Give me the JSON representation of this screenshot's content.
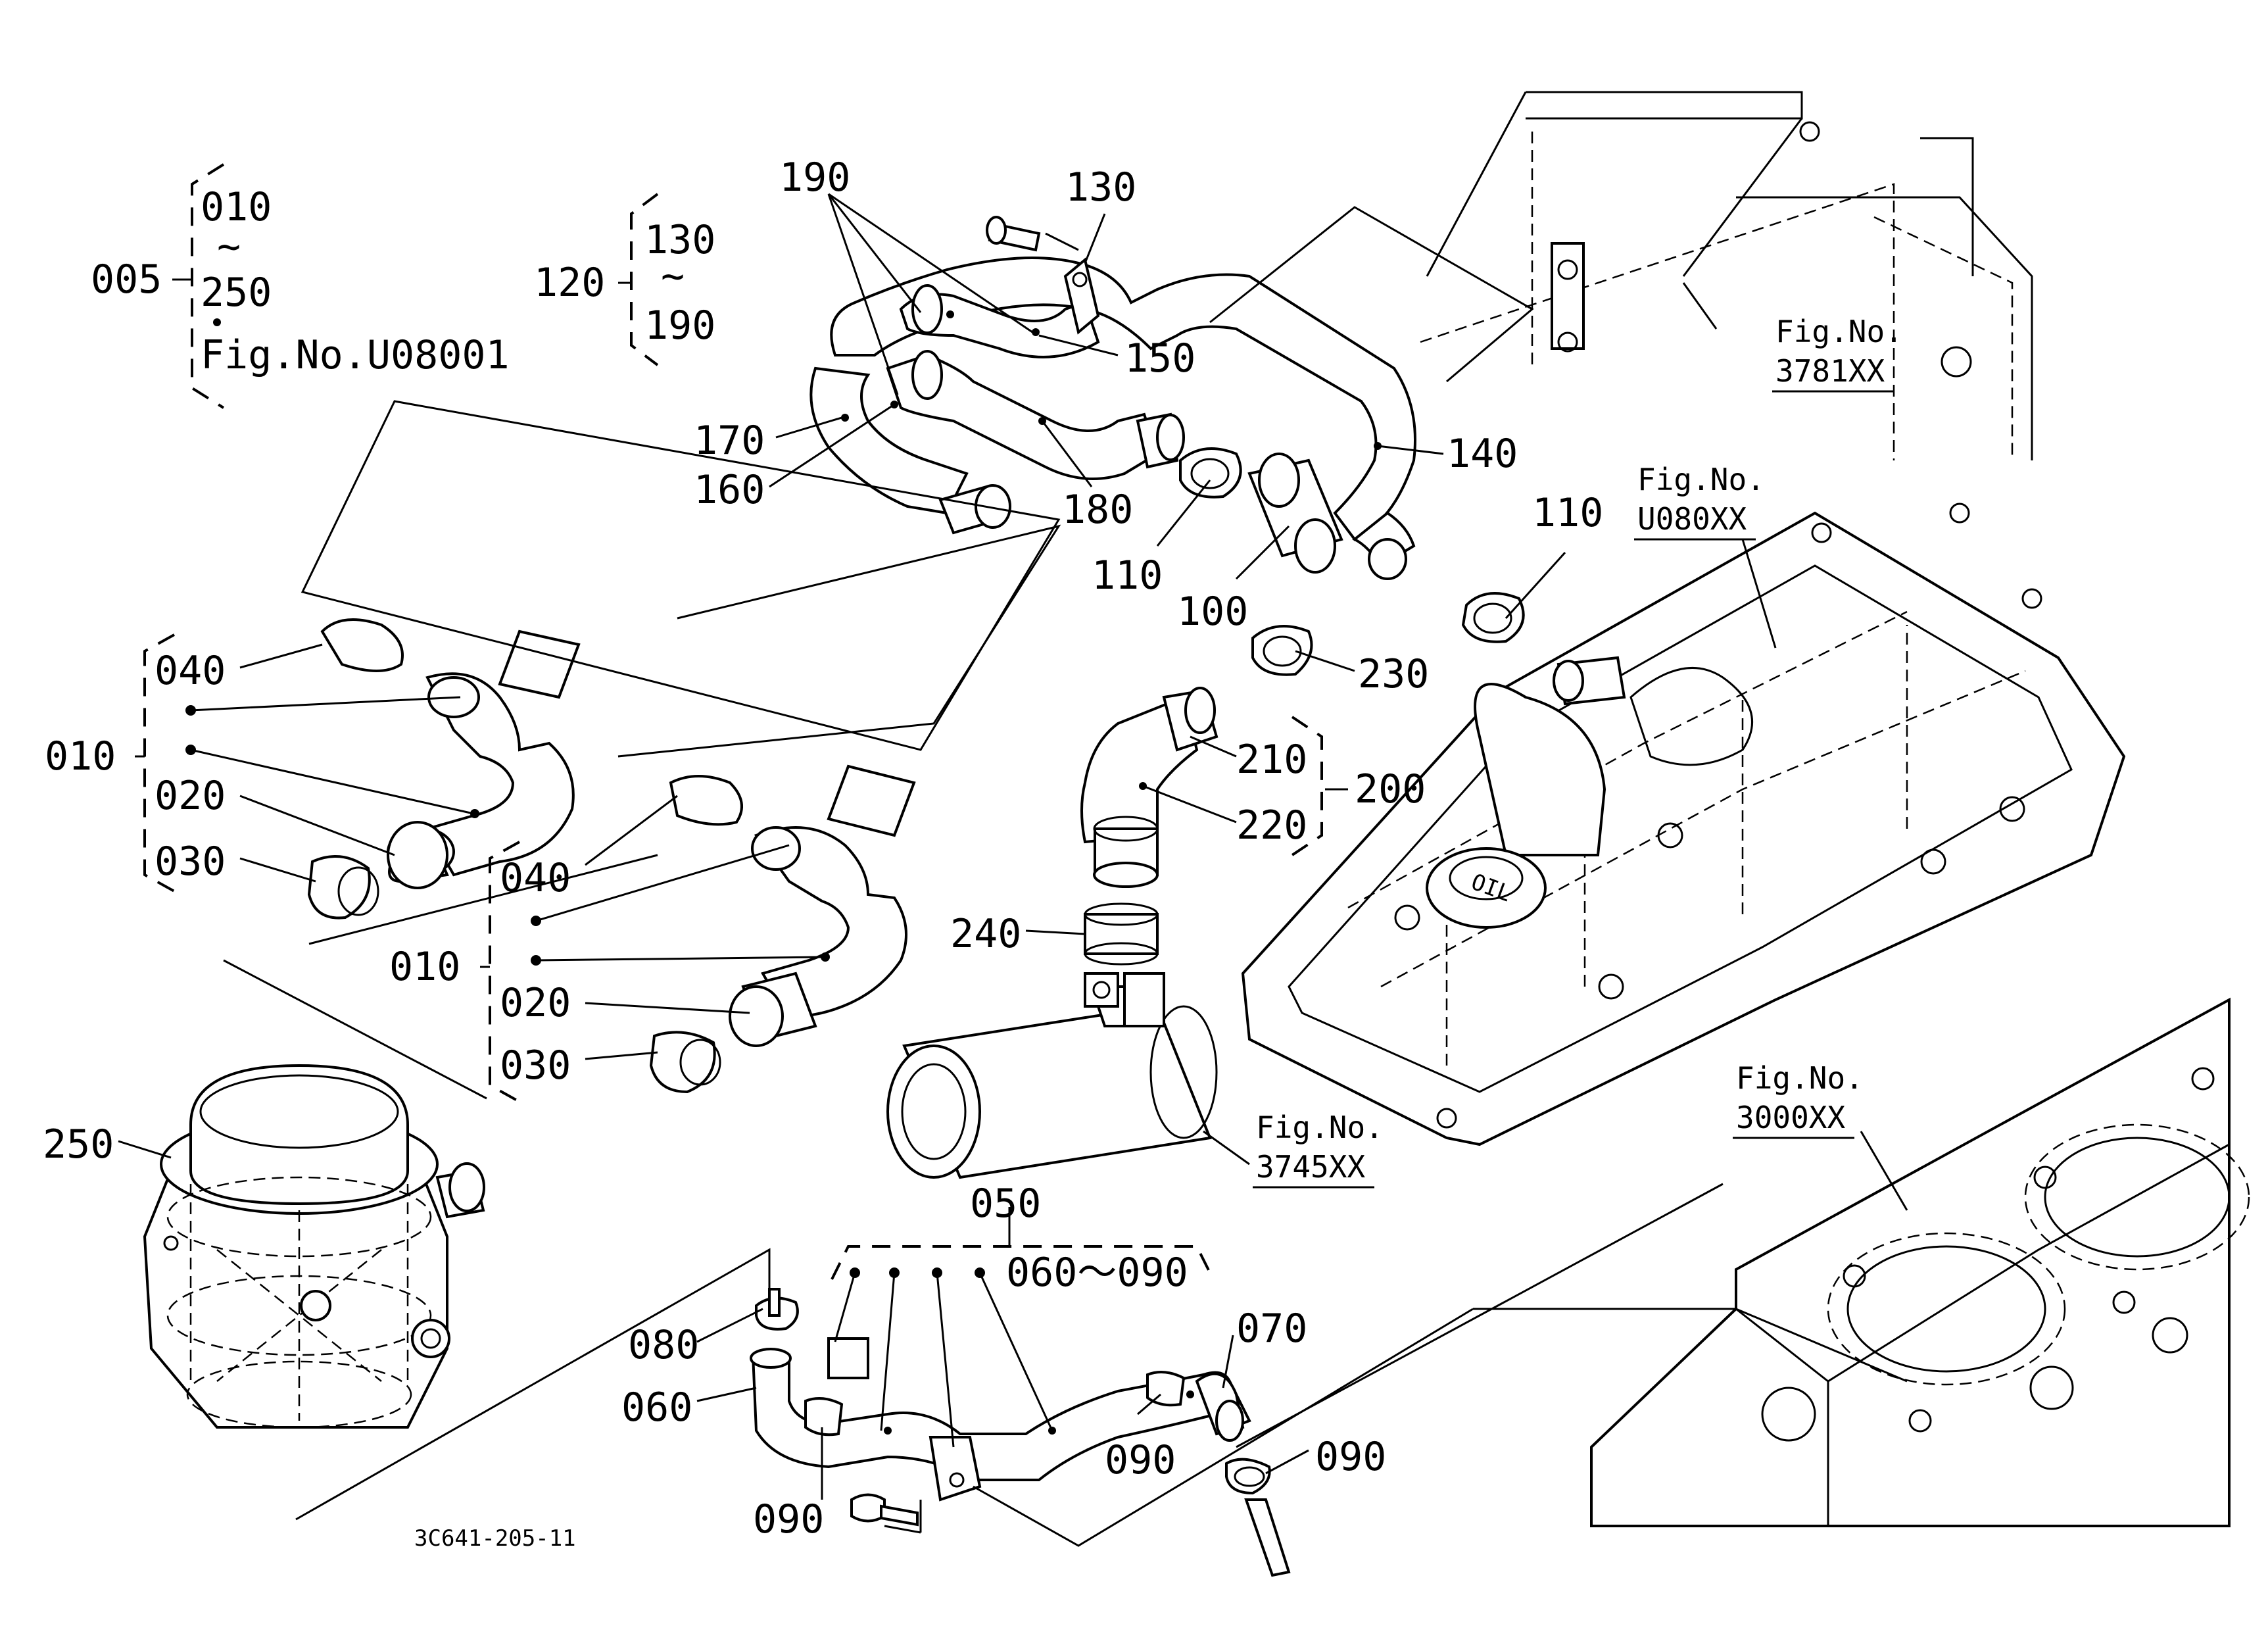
{
  "diagram": {
    "code": "3C641-205-11",
    "group_labels": {
      "assy_005": {
        "number": "005",
        "from": "010",
        "tilde": "~",
        "to": "250",
        "figref": "Fig.No.U08001"
      },
      "assy_120": {
        "number": "120",
        "from": "130",
        "tilde": "~",
        "to": "190"
      },
      "assy_200": {
        "number": "200"
      },
      "assy_050": {
        "number": "050",
        "range": "060～090"
      }
    },
    "parts": {
      "p010a": "010",
      "p010b": "010",
      "p020a": "020",
      "p020b": "020",
      "p030a": "030",
      "p030b": "030",
      "p040a": "040",
      "p040b": "040",
      "p060": "060",
      "p070": "070",
      "p080": "080",
      "p090a": "090",
      "p090b": "090",
      "p090c": "090",
      "p100": "100",
      "p110a": "110",
      "p110b": "110",
      "p130": "130",
      "p140": "140",
      "p150": "150",
      "p160": "160",
      "p170": "170",
      "p180": "180",
      "p190": "190",
      "p210": "210",
      "p220": "220",
      "p230": "230",
      "p240": "240",
      "p250": "250"
    },
    "references": {
      "r3781": {
        "title": "Fig.No.",
        "code": "3781XX"
      },
      "ru080": {
        "title": "Fig.No.",
        "code": "U080XX"
      },
      "r3745": {
        "title": "Fig.No.",
        "code": "3745XX"
      },
      "r3000": {
        "title": "Fig.No.",
        "code": "3000XX"
      }
    }
  }
}
